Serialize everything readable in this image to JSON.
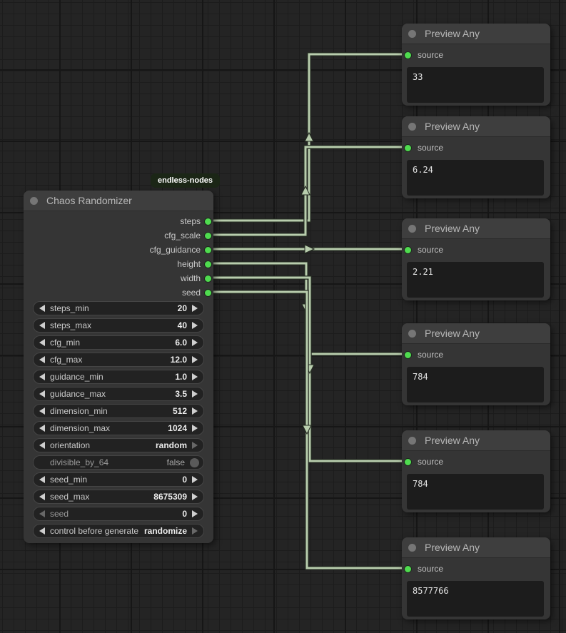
{
  "badge": {
    "label": "endless-nodes"
  },
  "chaos_node": {
    "title": "Chaos Randomizer",
    "outputs": [
      "steps",
      "cfg_scale",
      "cfg_guidance",
      "height",
      "width",
      "seed"
    ],
    "widgets": [
      {
        "label": "steps_min",
        "value": "20"
      },
      {
        "label": "steps_max",
        "value": "40"
      },
      {
        "label": "cfg_min",
        "value": "6.0"
      },
      {
        "label": "cfg_max",
        "value": "12.0"
      },
      {
        "label": "guidance_min",
        "value": "1.0"
      },
      {
        "label": "guidance_max",
        "value": "3.5"
      },
      {
        "label": "dimension_min",
        "value": "512"
      },
      {
        "label": "dimension_max",
        "value": "1024"
      },
      {
        "label": "orientation",
        "value": "random"
      },
      {
        "label": "divisible_by_64",
        "value": "false"
      },
      {
        "label": "seed_min",
        "value": "0"
      },
      {
        "label": "seed_max",
        "value": "8675309"
      },
      {
        "label": "seed",
        "value": "0"
      },
      {
        "label": "control before generate",
        "value": "randomize"
      }
    ]
  },
  "preview_nodes": [
    {
      "title": "Preview Any",
      "input_label": "source",
      "value": "33"
    },
    {
      "title": "Preview Any",
      "input_label": "source",
      "value": "6.24"
    },
    {
      "title": "Preview Any",
      "input_label": "source",
      "value": "2.21"
    },
    {
      "title": "Preview Any",
      "input_label": "source",
      "value": "784"
    },
    {
      "title": "Preview Any",
      "input_label": "source",
      "value": "784"
    },
    {
      "title": "Preview Any",
      "input_label": "source",
      "value": "8577766"
    }
  ],
  "links": [
    {
      "from_output": "steps",
      "to_preview": 1
    },
    {
      "from_output": "cfg_scale",
      "to_preview": 2
    },
    {
      "from_output": "cfg_guidance",
      "to_preview": 3
    },
    {
      "from_output": "height",
      "to_preview": 4
    },
    {
      "from_output": "width",
      "to_preview": 5
    },
    {
      "from_output": "seed",
      "to_preview": 6
    }
  ],
  "colors": {
    "link": "#b8cdad",
    "slot_green": "#4fdb4f",
    "node_body": "#353535",
    "node_header": "#3e3e3e",
    "badge_bg": "#1b2616",
    "canvas_bg": "#242424"
  }
}
